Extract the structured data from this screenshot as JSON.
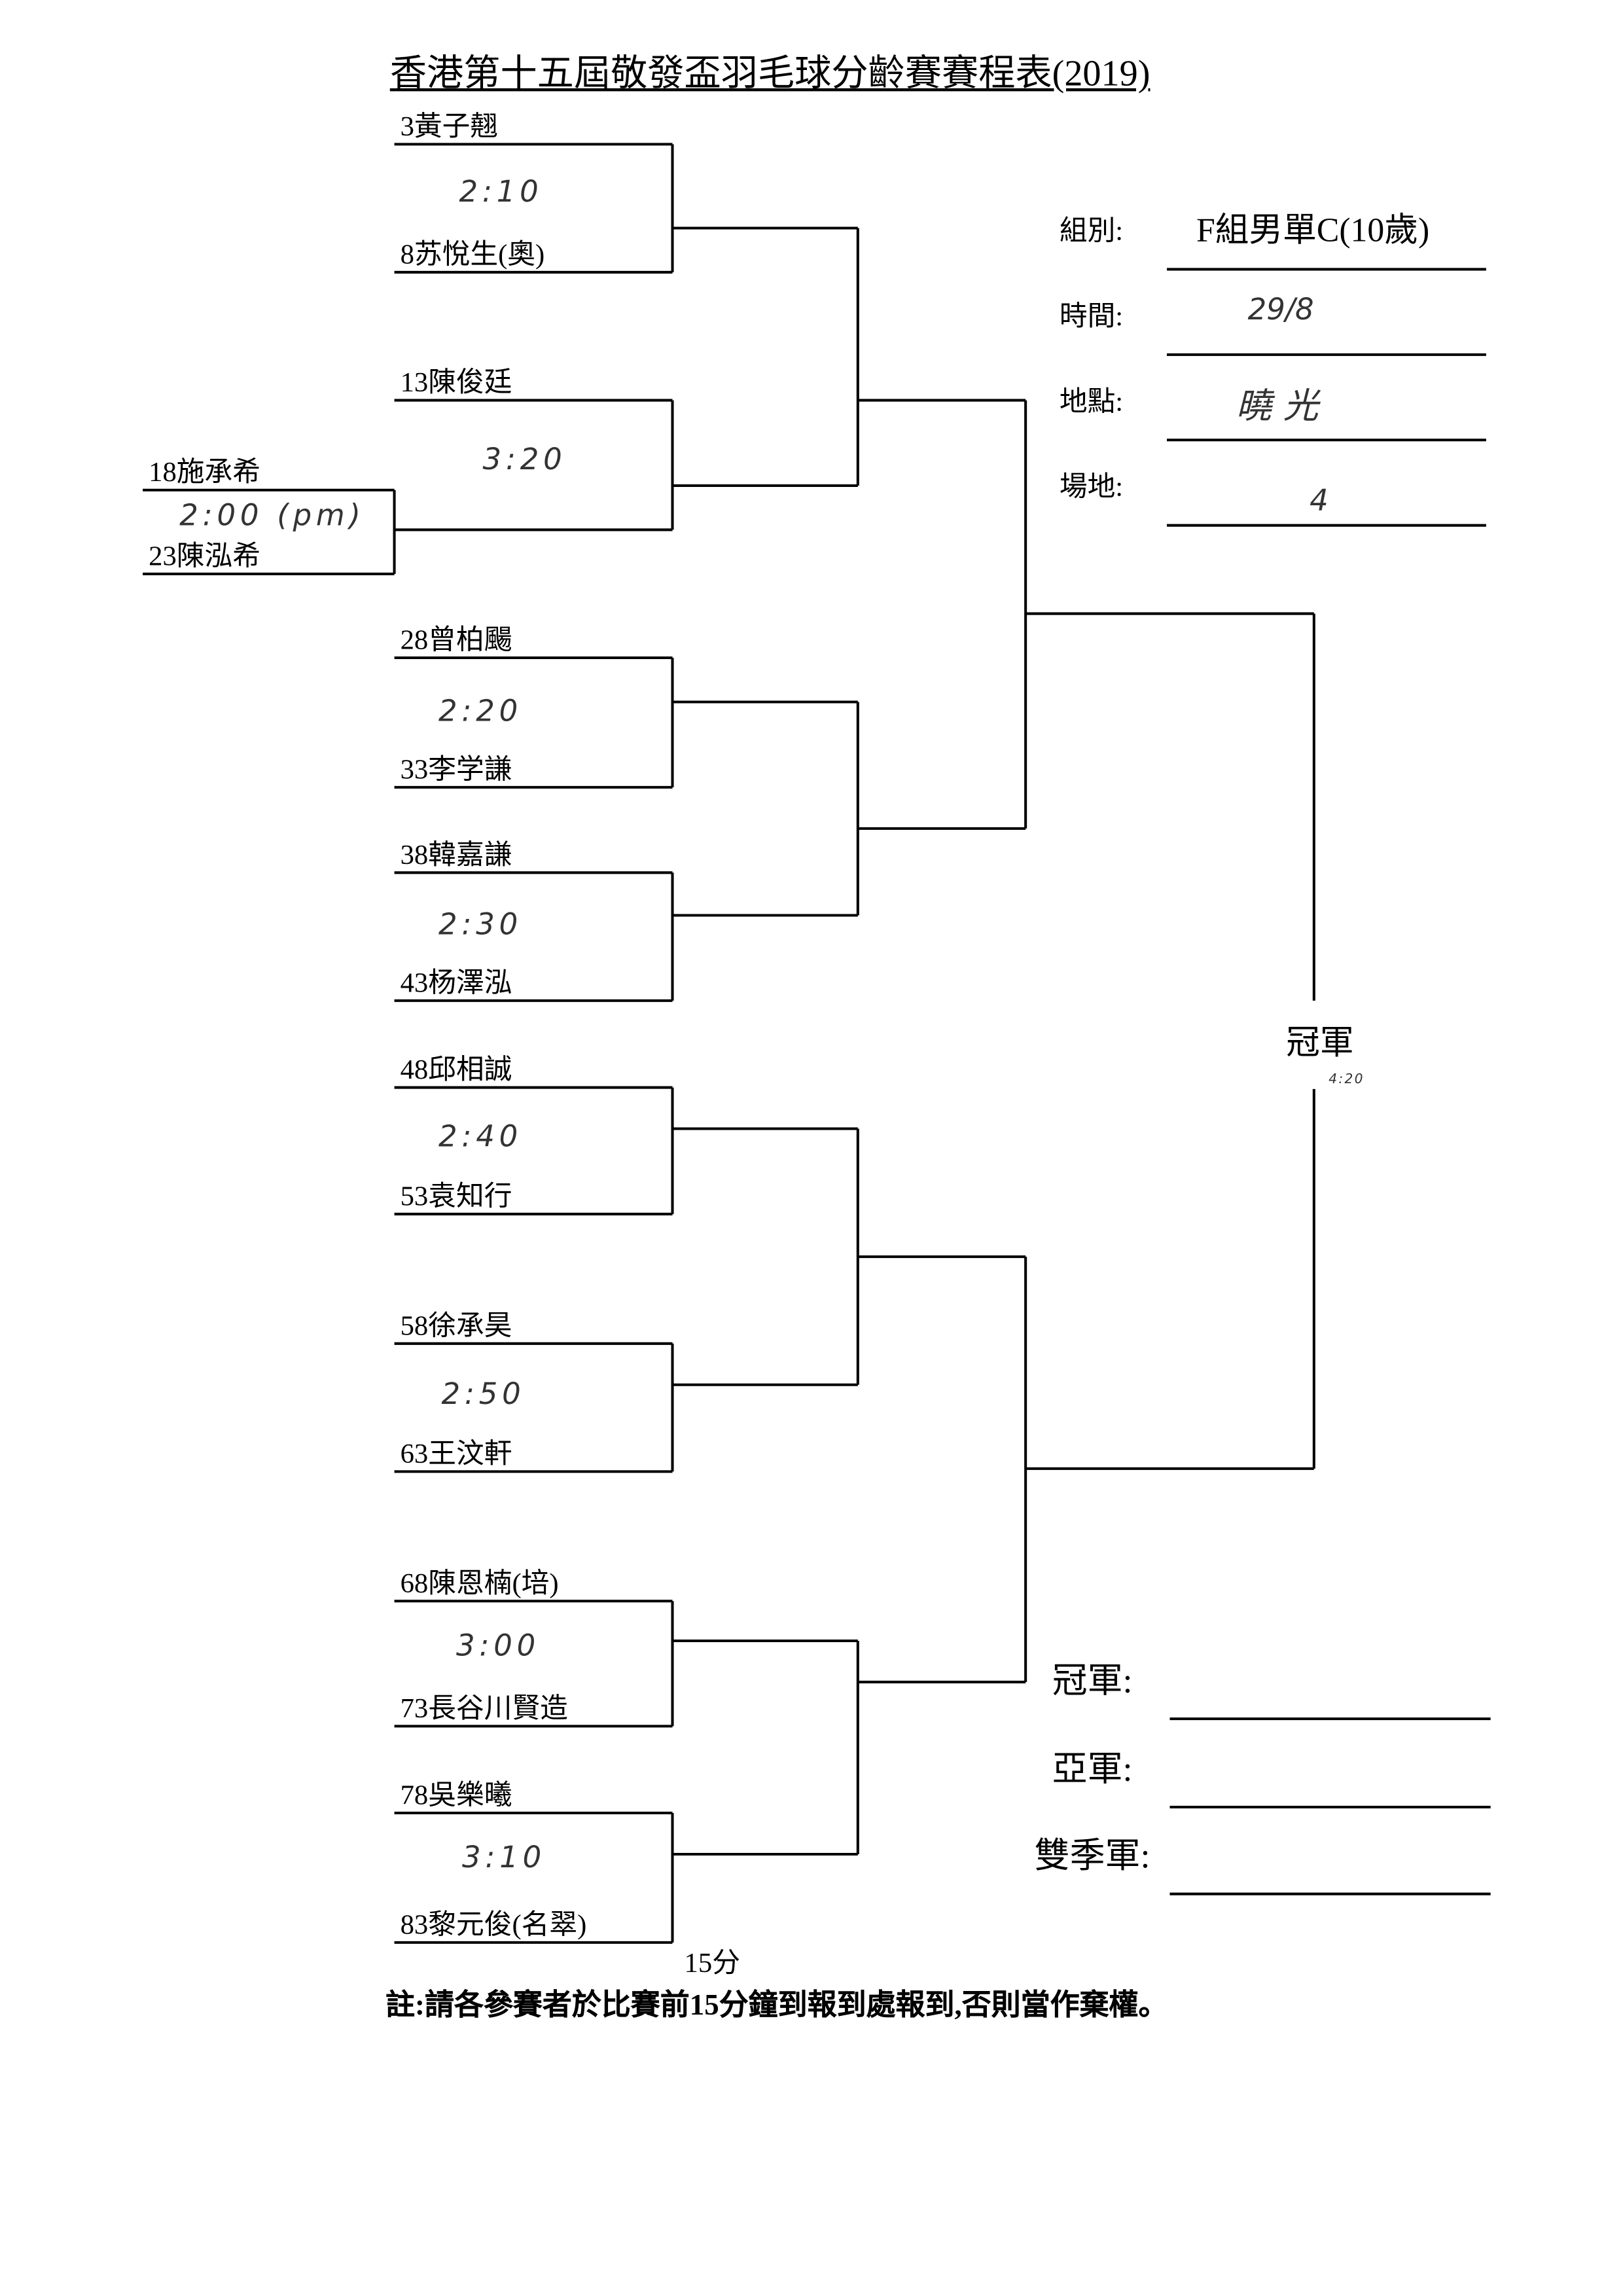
{
  "title": "香港第十五屆敬發盃羽毛球分齡賽賽程表(2019)",
  "info": {
    "group_label": "組別:",
    "group_value": "F組男單C(10歲)",
    "time_label": "時間:",
    "time_value": "29/8",
    "venue_label": "地點:",
    "venue_value": "曉光",
    "court_label": "場地:",
    "court_value": "4"
  },
  "prelim": {
    "player1": "18施承希",
    "player2": "23陳泓希",
    "time": "2:00 (pm)"
  },
  "matches": [
    {
      "player1": "3黃子翹",
      "player2": "8苏悅生(奧)",
      "time": "2:10"
    },
    {
      "player1": "13陳俊廷",
      "time": "3:20"
    },
    {
      "player1": "28曾柏颺",
      "player2": "33李学謙",
      "time": "2:20"
    },
    {
      "player1": "38韓嘉謙",
      "player2": "43杨澤泓",
      "time": "2:30"
    },
    {
      "player1": "48邱相誠",
      "player2": "53袁知行",
      "time": "2:40"
    },
    {
      "player1": "58徐承昊",
      "player2": "63王汶軒",
      "time": "2:50"
    },
    {
      "player1": "68陳恩楠(培)",
      "player2": "73長谷川賢造",
      "time": "3:00"
    },
    {
      "player1": "78吳樂曦",
      "player2": "83黎元俊(名翠)",
      "time": "3:10"
    }
  ],
  "final": {
    "label": "冠軍",
    "time": "4:20"
  },
  "results": {
    "champion_label": "冠軍:",
    "runner_up_label": "亞軍:",
    "third_label": "雙季軍:"
  },
  "interval": "15分",
  "note": "註:請各參賽者於比賽前15分鐘到報到處報到,否則當作棄權。"
}
